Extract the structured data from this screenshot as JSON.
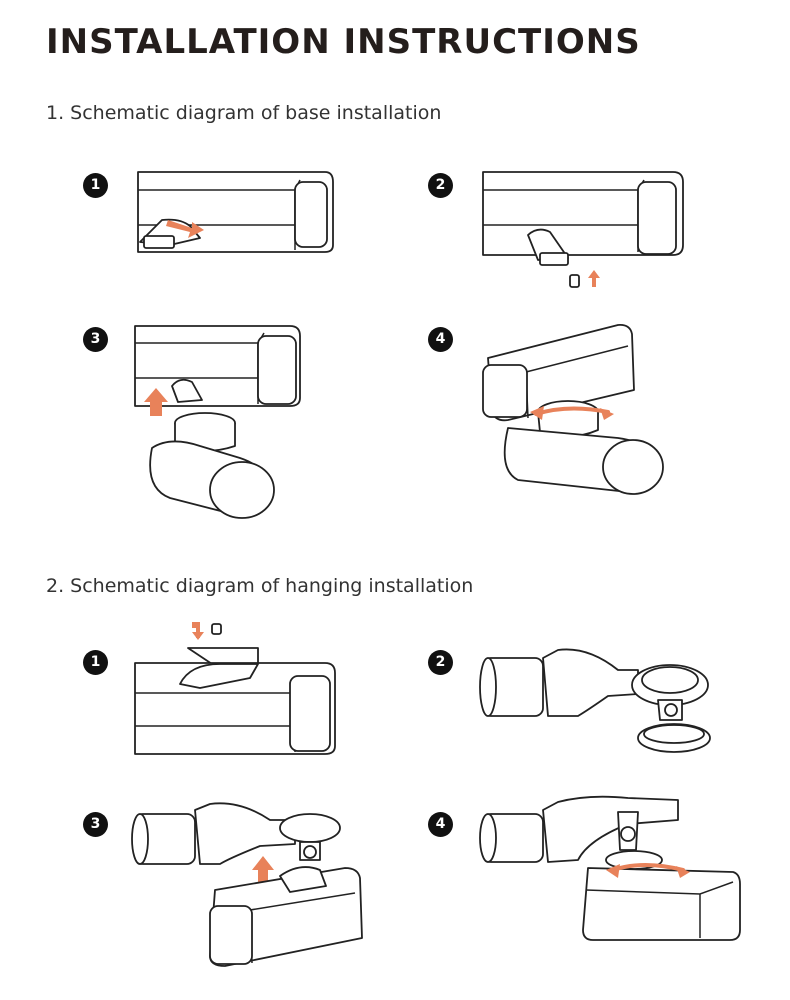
{
  "title": "INSTALLATION INSTRUCTIONS",
  "sections": [
    {
      "heading": "1.  Schematic diagram of base installation",
      "steps": [
        {
          "number": "1",
          "figure": "slide-base-onto-light"
        },
        {
          "number": "2",
          "figure": "insert-screw-into-base"
        },
        {
          "number": "3",
          "figure": "mount-light-onto-handlebar-clamp"
        },
        {
          "number": "4",
          "figure": "rotate-light-to-lock"
        }
      ]
    },
    {
      "heading": "2.  Schematic diagram of hanging installation",
      "steps": [
        {
          "number": "1",
          "figure": "attach-hanging-adapter-with-screw"
        },
        {
          "number": "2",
          "figure": "out-front-mount-with-adapter"
        },
        {
          "number": "3",
          "figure": "push-light-up-onto-mount"
        },
        {
          "number": "4",
          "figure": "rotate-light-to-lock-under-mount"
        }
      ]
    }
  ],
  "colors": {
    "accent": "#e8825a",
    "ink": "#222222",
    "badge": "#111111"
  }
}
